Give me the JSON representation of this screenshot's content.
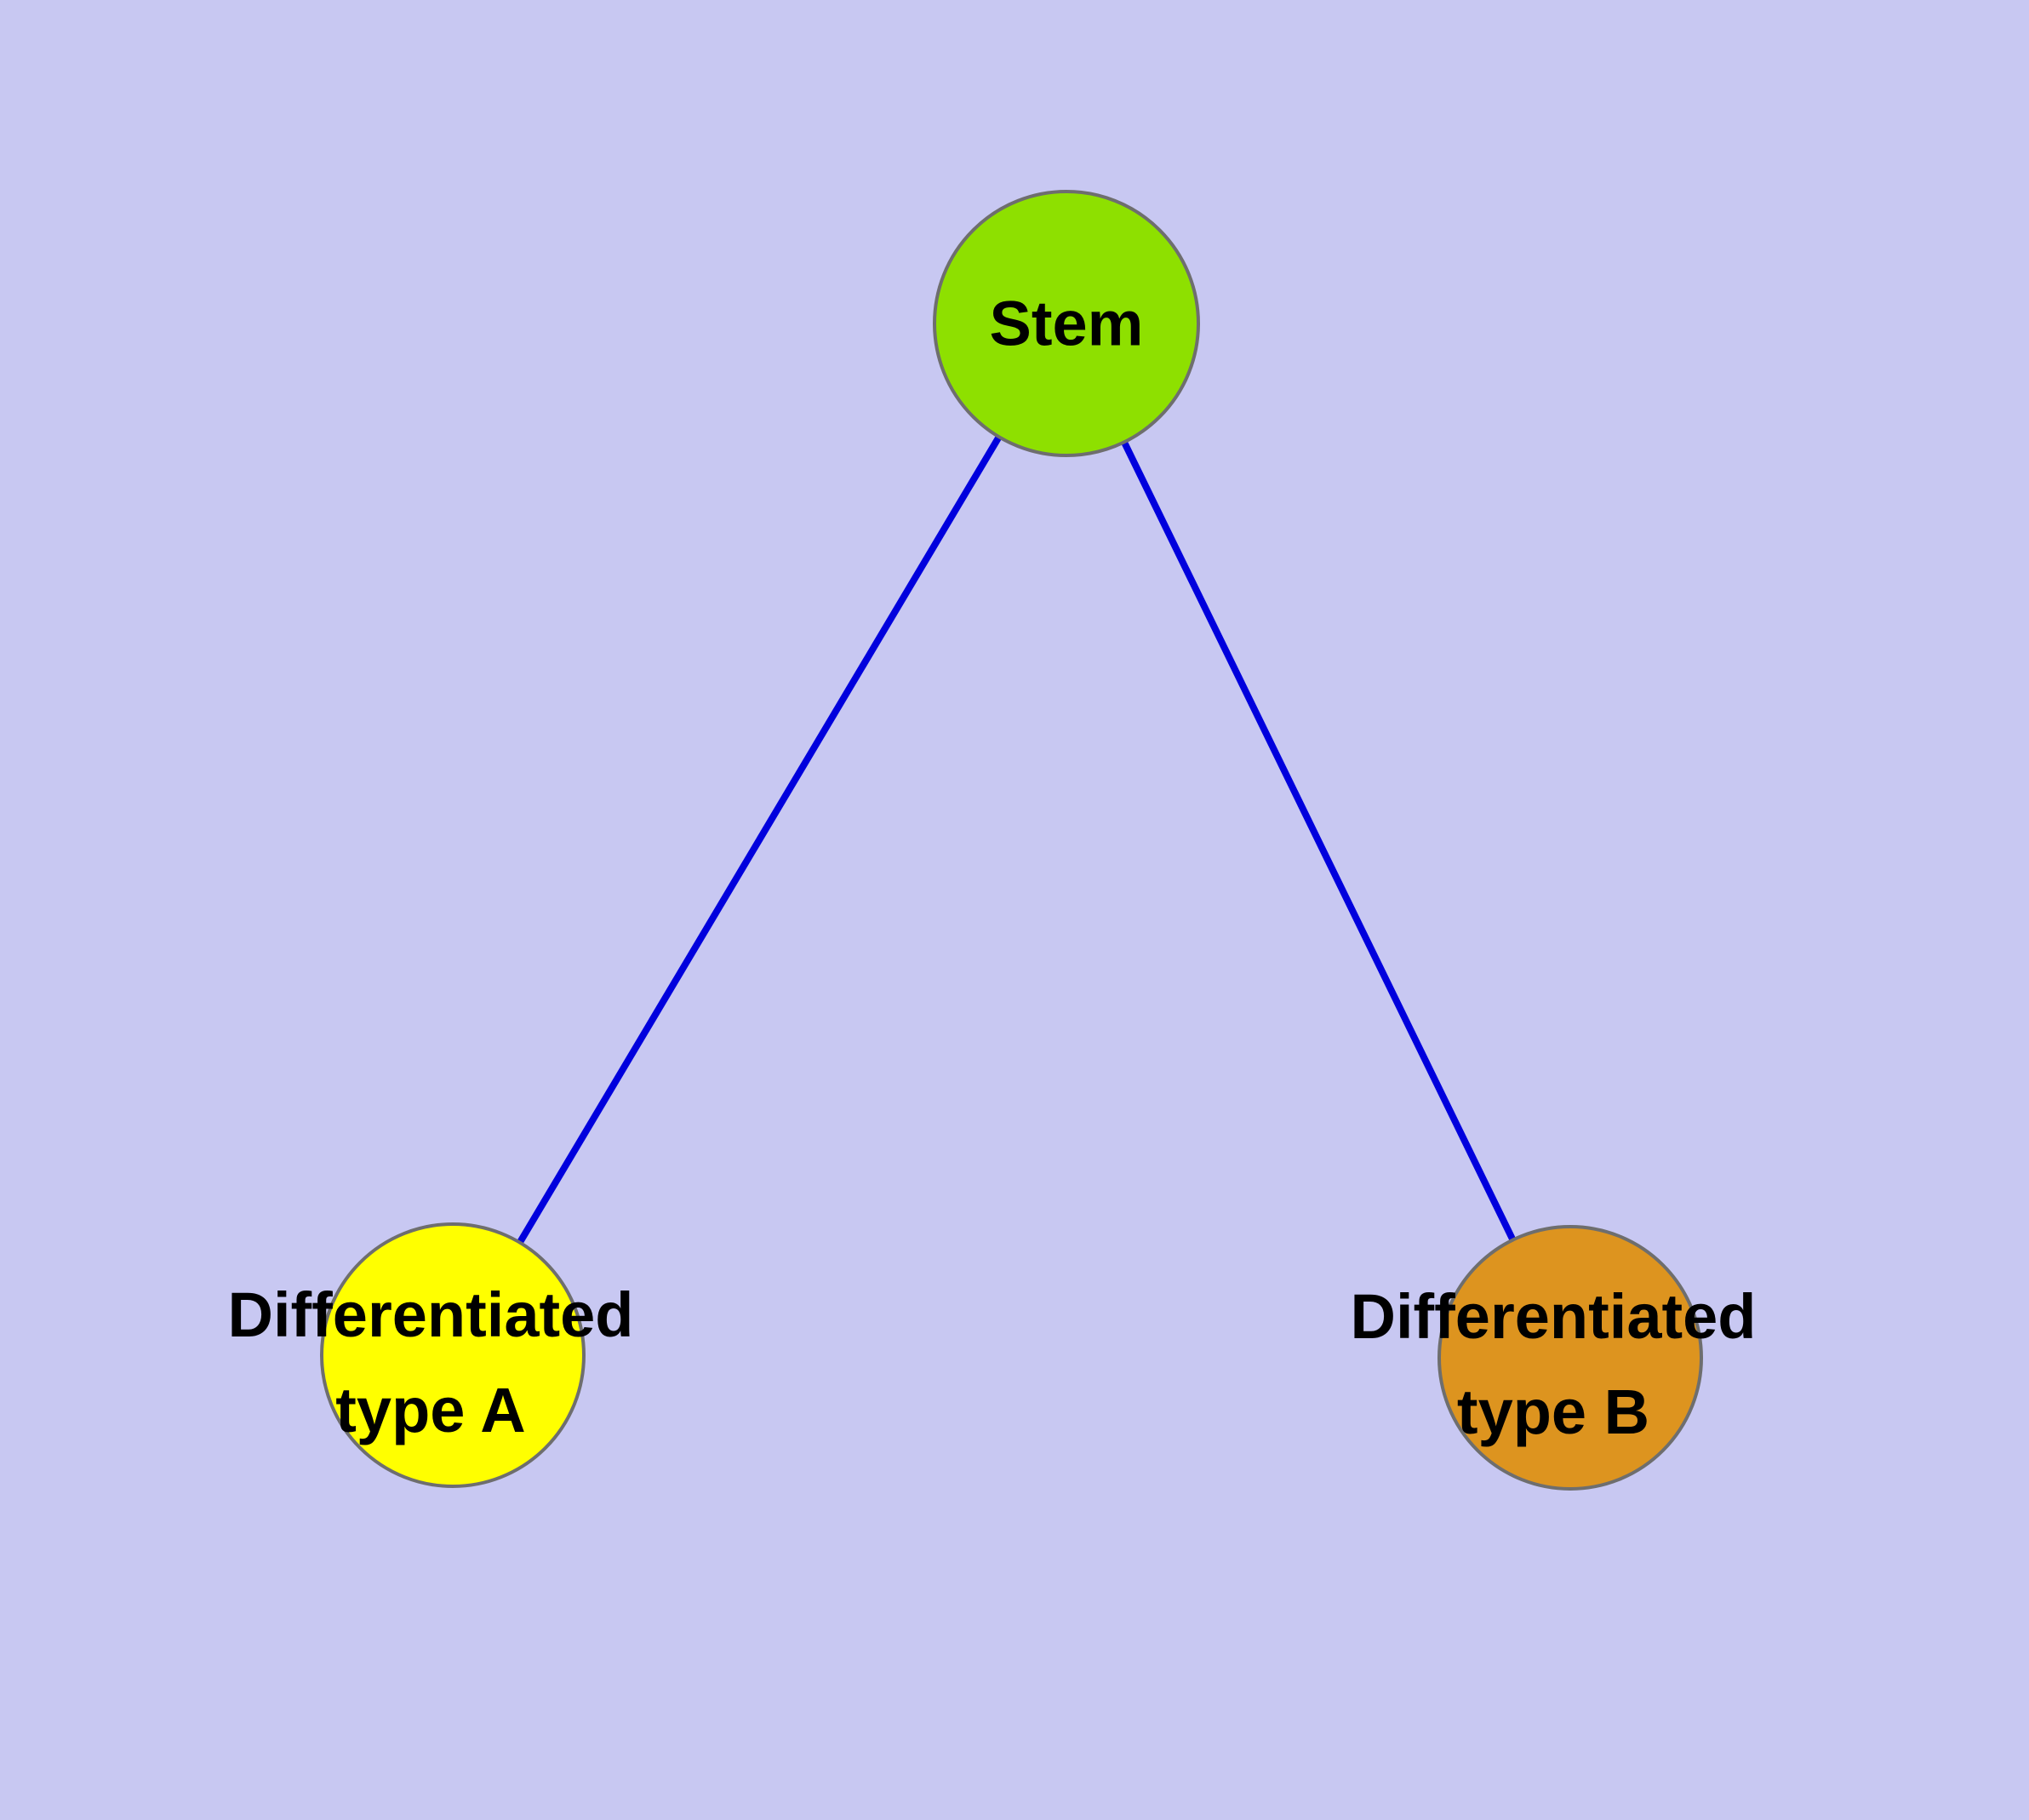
{
  "diagram": {
    "title": "",
    "background": "#c8c8f2",
    "edge_color": "#0000dd",
    "node_stroke": "#6e6e6e",
    "nodes": [
      {
        "id": "stem",
        "label": "Stem",
        "color": "#8ee000"
      },
      {
        "id": "typeA",
        "label_line1": "Differentiated",
        "label_line2": "type A",
        "color": "#ffff00"
      },
      {
        "id": "typeB",
        "label_line1": "Differentiated",
        "label_line2": "type B",
        "color": "#dd941f"
      }
    ],
    "edges": [
      {
        "from": "stem",
        "to": "typeA"
      },
      {
        "from": "stem",
        "to": "typeB"
      }
    ]
  }
}
